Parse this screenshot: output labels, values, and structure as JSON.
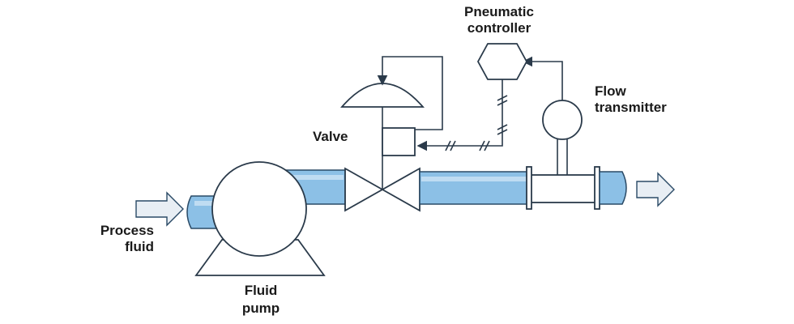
{
  "labels": {
    "pneumatic_controller_line1": "Pneumatic",
    "pneumatic_controller_line2": "controller",
    "flow_transmitter_line1": "Flow",
    "flow_transmitter_line2": "transmitter",
    "valve": "Valve",
    "process_fluid_line1": "Process",
    "process_fluid_line2": "fluid",
    "fluid_pump_line1": "Fluid",
    "fluid_pump_line2": "pump"
  },
  "colors": {
    "pipe_fill": "#8cc0e6",
    "pipe_stroke": "#2a4a66",
    "line": "#2a3a4a"
  }
}
